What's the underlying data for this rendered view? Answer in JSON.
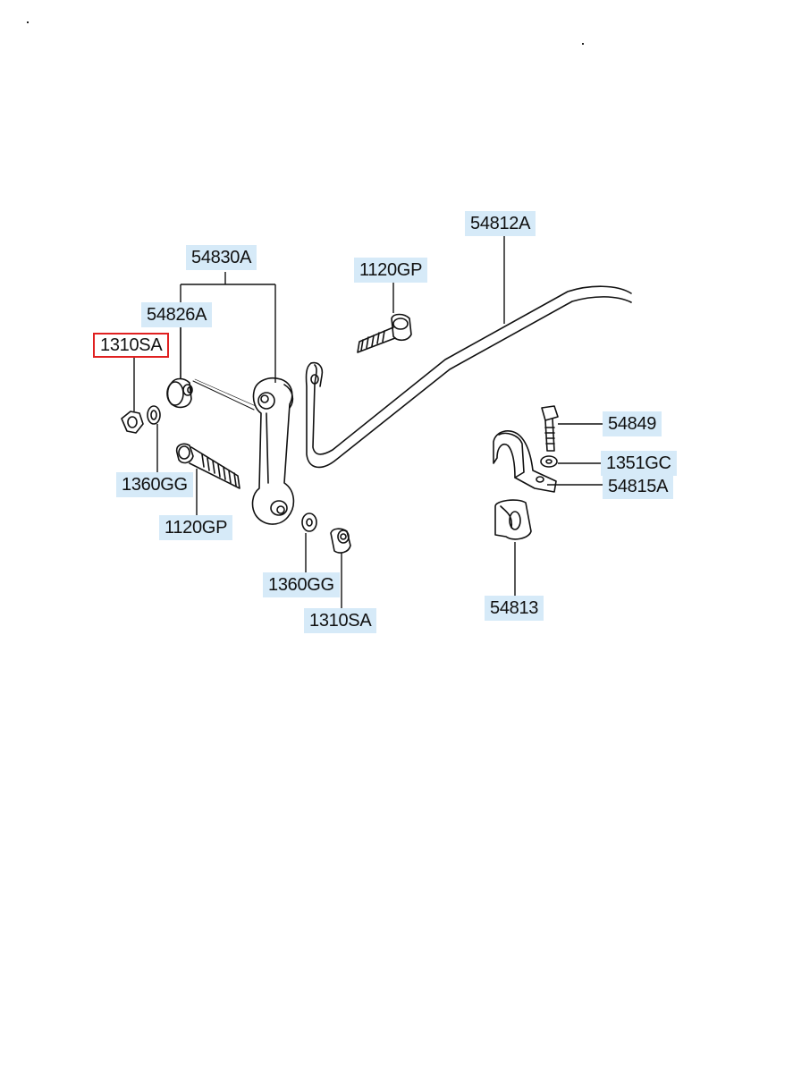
{
  "labels": {
    "l54830A": "54830A",
    "l54826A": "54826A",
    "l1310SA_left": "1310SA",
    "l1360GG_left": "1360GG",
    "l1120GP_left": "1120GP",
    "l1120GP_top": "1120GP",
    "l54812A": "54812A",
    "l54849": "54849",
    "l1351GC": "1351GC",
    "l54815A": "54815A",
    "l54813": "54813",
    "l1360GG_bottom": "1360GG",
    "l1310SA_bottom": "1310SA"
  },
  "selected_part": "1310SA",
  "colors": {
    "label_background": "#d6eaf8",
    "selection_border": "#e02020",
    "line": "#111111"
  }
}
